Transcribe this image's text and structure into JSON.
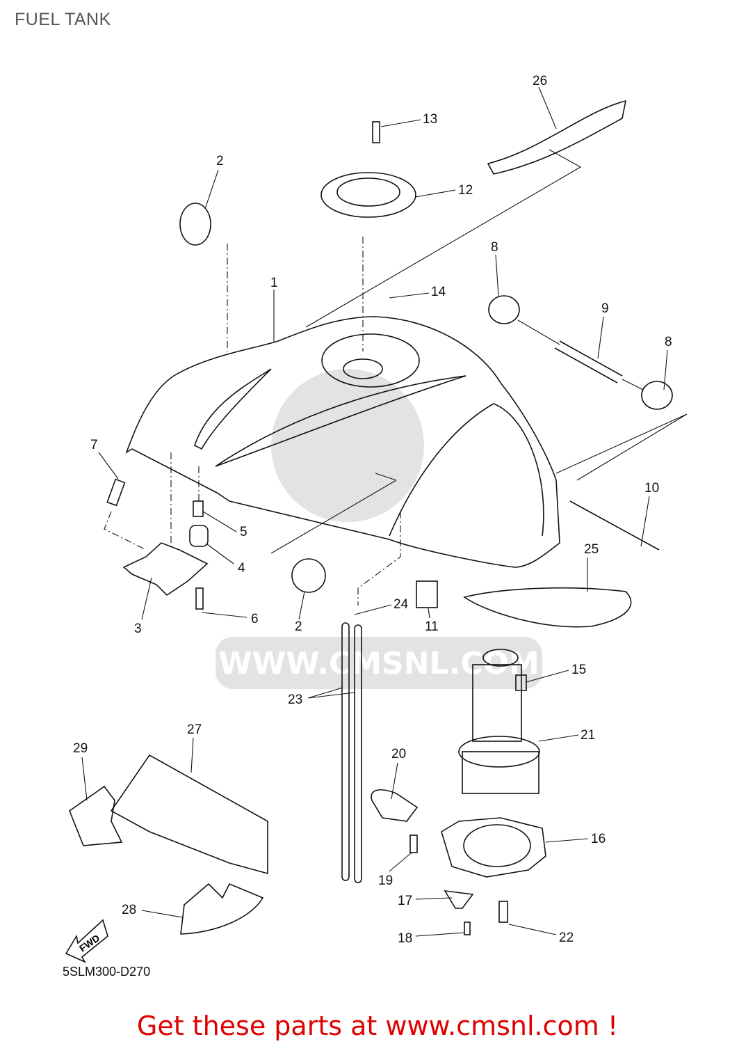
{
  "title": "FUEL TANK",
  "diagram_code": "5SLM300-D270",
  "footer": "Get these parts at www.cmsnl.com !",
  "fwd_label": "FWD",
  "watermark": "WWW.CMSNL.COM",
  "callouts": [
    "26",
    "13",
    "2",
    "12",
    "8",
    "14",
    "1",
    "9",
    "8",
    "7",
    "10",
    "5",
    "25",
    "4",
    "24",
    "6",
    "3",
    "2",
    "11",
    "15",
    "23",
    "27",
    "21",
    "29",
    "20",
    "16",
    "19",
    "17",
    "28",
    "18",
    "22"
  ]
}
